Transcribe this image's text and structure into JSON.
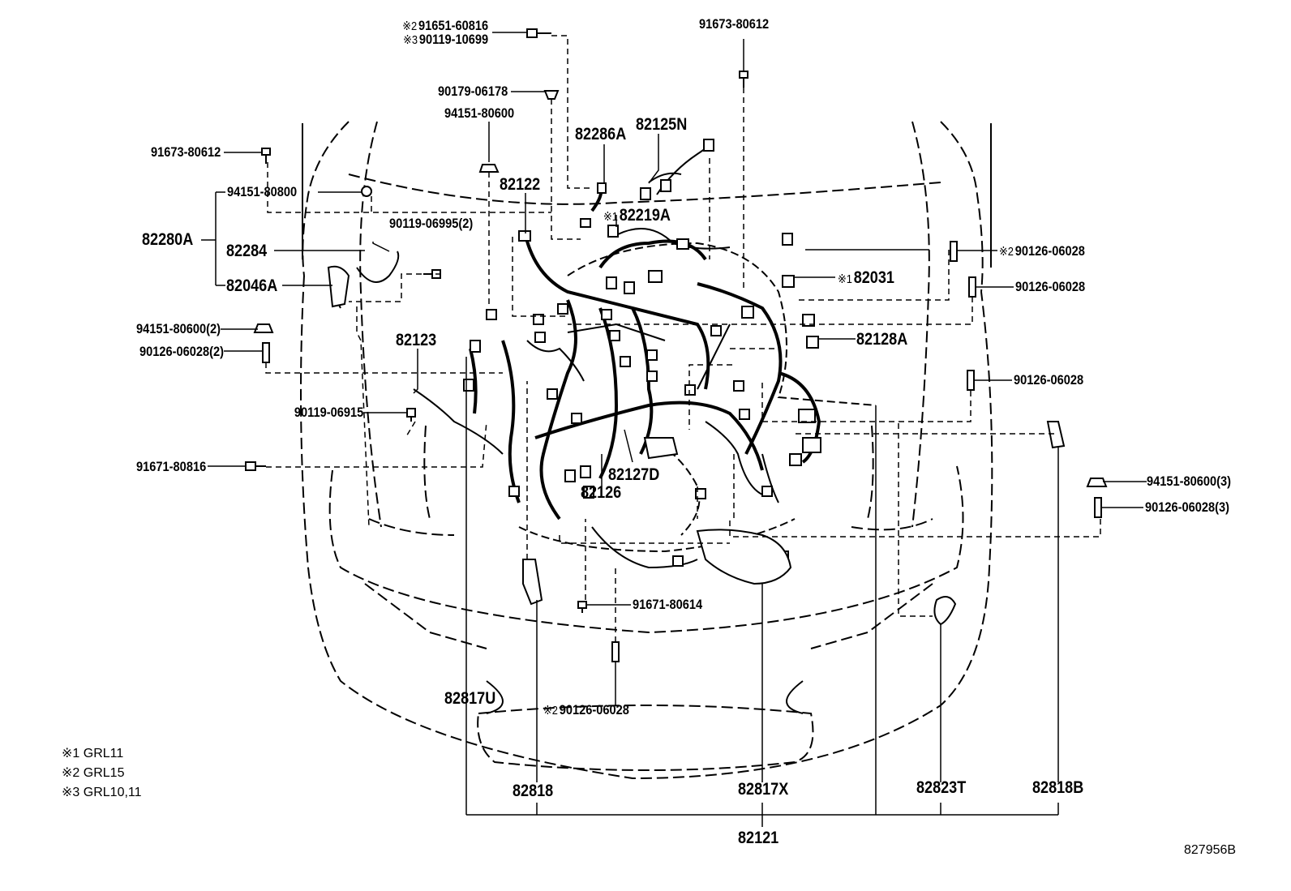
{
  "marks": {
    "m1": "※1",
    "m2": "※2",
    "m3": "※3"
  },
  "parts": {
    "p91651_60816": "91651-60816",
    "p90119_10699": "90119-10699",
    "p91673_80612_top": "91673-80612",
    "p90179_06178": "90179-06178",
    "p94151_80600": "94151-80600",
    "p82286A": "82286A",
    "p82125N": "82125N",
    "p91673_80612_left": "91673-80612",
    "p94151_80800": "94151-80800",
    "p82122": "82122",
    "p82219A": "82219A",
    "p90119_06995_2": "90119-06995(2)",
    "p82280A": "82280A",
    "p82284": "82284",
    "p82046A": "82046A",
    "p90126_06028_m2": "90126-06028",
    "p82031": "82031",
    "p90126_06028_r1": "90126-06028",
    "p94151_80600_2": "94151-80600(2)",
    "p90126_06028_2": "90126-06028(2)",
    "p82123": "82123",
    "p82128A": "82128A",
    "p90126_06028_r2": "90126-06028",
    "p90119_06915": "90119-06915",
    "p91671_80816": "91671-80816",
    "p82127D": "82127D",
    "p82126": "82126",
    "p94151_80600_3": "94151-80600(3)",
    "p90126_06028_3": "90126-06028(3)",
    "p91671_80614": "91671-80614",
    "p82817U": "82817U",
    "p90126_06028_bottom": "90126-06028",
    "p82818": "82818",
    "p82817X": "82817X",
    "p82823T": "82823T",
    "p82818B": "82818B",
    "p82121": "82121"
  },
  "notes": {
    "n1": "GRL11",
    "n2": "GRL15",
    "n3": "GRL10,11"
  },
  "figure_id": "827956B"
}
